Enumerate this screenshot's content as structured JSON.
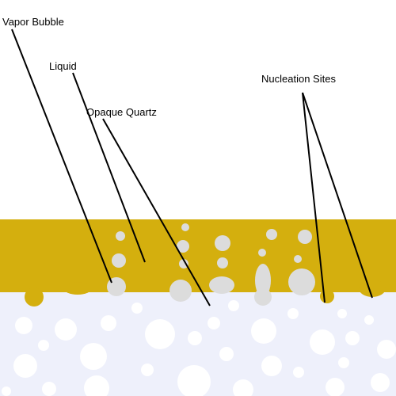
{
  "labels": {
    "vapor_bubble": "Vapor Bubble",
    "liquid": "Liquid",
    "opaque_quartz": "Opaque Quartz",
    "nucleation_sites": "Nucleation Sites"
  },
  "colors": {
    "background": "#ffffff",
    "liquid": "#d4af0e",
    "quartz": "#eef0fb",
    "bubble": "#dcdcdc",
    "quartz_spot": "#ffffff",
    "leader_line": "#000000"
  }
}
